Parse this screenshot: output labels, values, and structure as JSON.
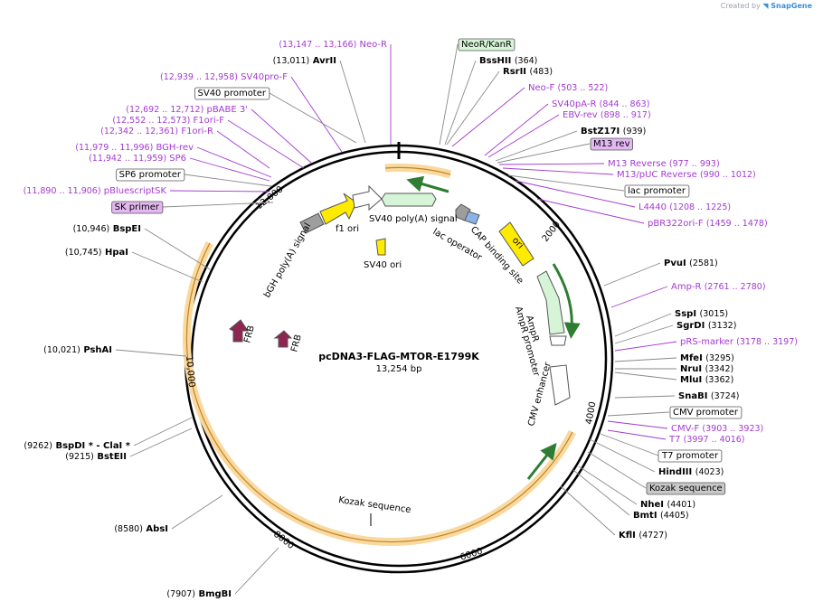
{
  "credit": {
    "prefix": "Created by",
    "brand": "SnapGene"
  },
  "plasmid": {
    "name": "pcDNA3-FLAG-MTOR-E1799K",
    "length_label": "13,254 bp"
  },
  "ticks": [
    "2000",
    "4000",
    "6000",
    "8000",
    "10,000",
    "12,000"
  ],
  "left_labels": [
    {
      "name": "Neo-R",
      "pos": "(13,147 .. 13,166)",
      "kind": "primer"
    },
    {
      "name": "AvrII",
      "pos": "(13,011)",
      "kind": "site"
    },
    {
      "name": "SV40pro-F",
      "pos": "(12,939 .. 12,958)",
      "kind": "primer"
    },
    {
      "name": "SV40 promoter",
      "pos": "",
      "kind": "boxed"
    },
    {
      "name": "pBABE 3'",
      "pos": "(12,692 .. 12,712)",
      "kind": "primer"
    },
    {
      "name": "F1ori-F",
      "pos": "(12,552 .. 12,573)",
      "kind": "primer"
    },
    {
      "name": "F1ori-R",
      "pos": "(12,342 .. 12,361)",
      "kind": "primer"
    },
    {
      "name": "BGH-rev",
      "pos": "(11,979 .. 11,996)",
      "kind": "primer"
    },
    {
      "name": "SP6",
      "pos": "(11,942 .. 11,959)",
      "kind": "primer"
    },
    {
      "name": "SP6 promoter",
      "pos": "",
      "kind": "boxed"
    },
    {
      "name": "pBluescriptSK",
      "pos": "(11,890 .. 11,906)",
      "kind": "primer"
    },
    {
      "name": "SK primer",
      "pos": "",
      "kind": "boxed-purple"
    },
    {
      "name": "BspEI",
      "pos": "(10,946)",
      "kind": "site"
    },
    {
      "name": "HpaI",
      "pos": "(10,745)",
      "kind": "site"
    },
    {
      "name": "PshAI",
      "pos": "(10,021)",
      "kind": "site"
    },
    {
      "name": "BspDI * - ClaI *",
      "pos": "(9262)",
      "kind": "site"
    },
    {
      "name": "BstEII",
      "pos": "(9215)",
      "kind": "site"
    },
    {
      "name": "AbsI",
      "pos": "(8580)",
      "kind": "site"
    },
    {
      "name": "BmgBI",
      "pos": "(7907)",
      "kind": "site"
    }
  ],
  "right_labels": [
    {
      "name": "NeoR/KanR",
      "pos": "",
      "kind": "boxed-green"
    },
    {
      "name": "BssHII",
      "pos": "(364)",
      "kind": "site"
    },
    {
      "name": "RsrII",
      "pos": "(483)",
      "kind": "site"
    },
    {
      "name": "Neo-F",
      "pos": "(503 .. 522)",
      "kind": "primer"
    },
    {
      "name": "SV40pA-R",
      "pos": "(844 .. 863)",
      "kind": "primer"
    },
    {
      "name": "EBV-rev",
      "pos": "(898 .. 917)",
      "kind": "primer"
    },
    {
      "name": "BstZ17I",
      "pos": "(939)",
      "kind": "site"
    },
    {
      "name": "M13 rev",
      "pos": "",
      "kind": "boxed-purple"
    },
    {
      "name": "M13 Reverse",
      "pos": "(977 .. 993)",
      "kind": "primer"
    },
    {
      "name": "M13/pUC Reverse",
      "pos": "(990 .. 1012)",
      "kind": "primer"
    },
    {
      "name": "lac promoter",
      "pos": "",
      "kind": "boxed"
    },
    {
      "name": "L4440",
      "pos": "(1208 .. 1225)",
      "kind": "primer"
    },
    {
      "name": "pBR322ori-F",
      "pos": "(1459 .. 1478)",
      "kind": "primer"
    },
    {
      "name": "PvuI",
      "pos": "(2581)",
      "kind": "site"
    },
    {
      "name": "Amp-R",
      "pos": "(2761 .. 2780)",
      "kind": "primer"
    },
    {
      "name": "SspI",
      "pos": "(3015)",
      "kind": "site"
    },
    {
      "name": "SgrDI",
      "pos": "(3132)",
      "kind": "site"
    },
    {
      "name": "pRS-marker",
      "pos": "(3178 .. 3197)",
      "kind": "primer"
    },
    {
      "name": "MfeI",
      "pos": "(3295)",
      "kind": "site"
    },
    {
      "name": "NruI",
      "pos": "(3342)",
      "kind": "site"
    },
    {
      "name": "MluI",
      "pos": "(3362)",
      "kind": "site"
    },
    {
      "name": "SnaBI",
      "pos": "(3724)",
      "kind": "site"
    },
    {
      "name": "CMV promoter",
      "pos": "",
      "kind": "boxed"
    },
    {
      "name": "CMV-F",
      "pos": "(3903 .. 3923)",
      "kind": "primer"
    },
    {
      "name": "T7",
      "pos": "(3997 .. 4016)",
      "kind": "primer"
    },
    {
      "name": "T7 promoter",
      "pos": "",
      "kind": "boxed"
    },
    {
      "name": "HindIII",
      "pos": "(4023)",
      "kind": "site"
    },
    {
      "name": "Kozak sequence",
      "pos": "",
      "kind": "boxed-gray"
    },
    {
      "name": "NheI",
      "pos": "(4401)",
      "kind": "site"
    },
    {
      "name": "BmtI",
      "pos": "(4405)",
      "kind": "site"
    },
    {
      "name": "KflI",
      "pos": "(4727)",
      "kind": "site"
    }
  ],
  "inner_labels": {
    "f1_ori": "f1 ori",
    "bgh": "bGH poly(A) signal",
    "sv40_polya": "SV40 poly(A) signal",
    "lac_operator": "lac operator",
    "cap": "CAP binding site",
    "ori": "ori",
    "sv40_ori": "SV40 ori",
    "ampr": "AmpR",
    "ampr_promoter": "AmpR promoter",
    "cmv_enhancer": "CMV enhancer",
    "frb1": "FRB",
    "frb2": "FRB",
    "kozak": "Kozak sequence"
  },
  "colors": {
    "primer": "#a43ad1",
    "neo_green": "#d6f5d6",
    "purple_box": "#e3b7f2",
    "orange_feature": "#e89b2c",
    "yellow": "#ffeb00",
    "frb": "#8e2652",
    "gray_feature": "#9e9e9e"
  }
}
